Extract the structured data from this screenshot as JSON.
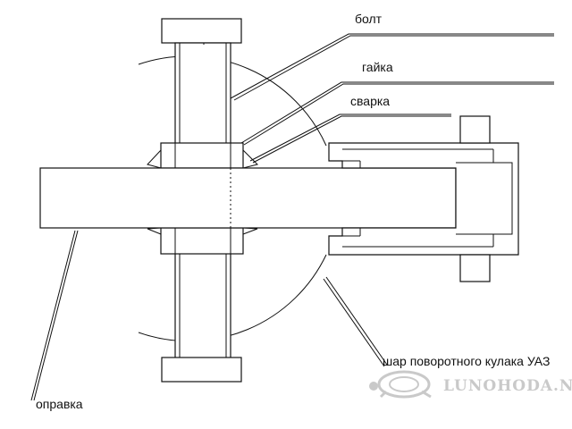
{
  "labels": {
    "bolt": "болт",
    "nut": "гайка",
    "weld": "сварка",
    "ball": "шар поворотного кулака УАЗ",
    "mandrel": "оправка"
  },
  "watermark": "LUNOHODA.NET",
  "watermark_icon": "turtle-logo-icon",
  "colors": {
    "line": "#111111",
    "watermark": "#c4c4c4",
    "background": "#ffffff"
  }
}
